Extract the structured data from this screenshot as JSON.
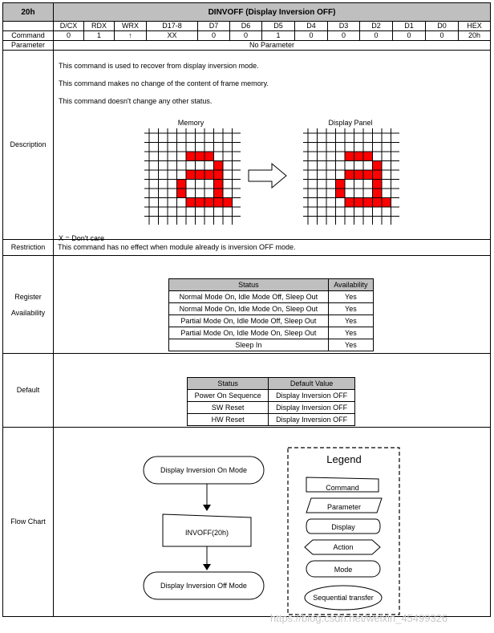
{
  "header": {
    "code": "20h",
    "title": "DINVOFF (Display Inversion OFF)"
  },
  "columns": [
    "D/CX",
    "RDX",
    "WRX",
    "D17-8",
    "D7",
    "D6",
    "D5",
    "D4",
    "D3",
    "D2",
    "D1",
    "D0",
    "HEX"
  ],
  "command_row": {
    "label": "Command",
    "values": [
      "0",
      "1",
      "↑",
      "XX",
      "0",
      "0",
      "1",
      "0",
      "0",
      "0",
      "0",
      "0",
      "20h"
    ]
  },
  "parameter_row": {
    "label": "Parameter",
    "value": "No Parameter"
  },
  "description": {
    "label": "Description",
    "lines": [
      "This command is used to recover from display inversion mode.",
      "This command makes no change of the content of frame memory.",
      "This command doesn't change any other status."
    ],
    "memory_caption": "Memory",
    "panel_caption": "Display Panel",
    "note": "X = Don't care"
  },
  "restriction": {
    "label": "Restriction",
    "text": "This command has no effect when module already is inversion OFF mode."
  },
  "register_availability": {
    "label_line1": "Register",
    "label_line2": "Availability",
    "headers": [
      "Status",
      "Availability"
    ],
    "rows": [
      [
        "Normal Mode On, Idle Mode Off, Sleep Out",
        "Yes"
      ],
      [
        "Normal Mode On, Idle Mode On, Sleep Out",
        "Yes"
      ],
      [
        "Partial Mode On, Idle Mode Off, Sleep Out",
        "Yes"
      ],
      [
        "Partial Mode On, Idle Mode On, Sleep Out",
        "Yes"
      ],
      [
        "Sleep In",
        "Yes"
      ]
    ]
  },
  "default": {
    "label": "Default",
    "headers": [
      "Status",
      "Default Value"
    ],
    "rows": [
      [
        "Power On Sequence",
        "Display Inversion OFF"
      ],
      [
        "SW Reset",
        "Display Inversion OFF"
      ],
      [
        "HW Reset",
        "Display Inversion OFF"
      ]
    ]
  },
  "flow_chart": {
    "label": "Flow Chart",
    "start": "Display Inversion On Mode",
    "command": "INVOFF(20h)",
    "end": "Display Inversion Off Mode",
    "legend_title": "Legend",
    "legend": [
      "Command",
      "Parameter",
      "Display",
      "Action",
      "Mode",
      "Sequential transfer"
    ]
  },
  "watermark": "https://blog.csdn.net/weixin_45499326",
  "colors": {
    "header_bg": "#bfbfbf",
    "pixel_red": "#ff0000"
  }
}
